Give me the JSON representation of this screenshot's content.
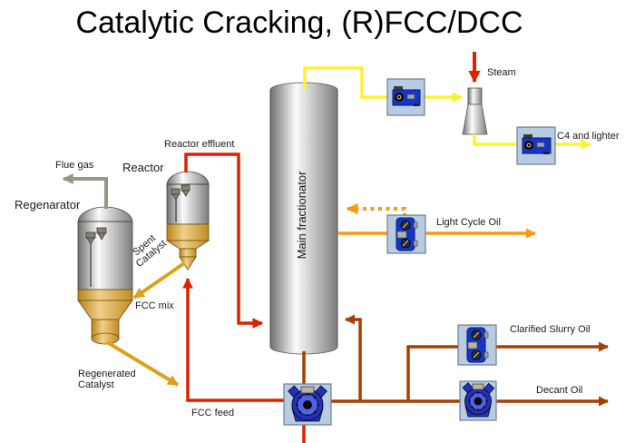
{
  "title": "Catalytic Cracking, (R)FCC/DCC",
  "labels": {
    "flue_gas": "Flue gas",
    "regenerator": "Regenarator",
    "reactor": "Reactor",
    "reactor_effluent": "Reactor effluent",
    "spent_catalyst": "Spent Catalyst",
    "fcc_mix": "FCC mix",
    "regenerated_catalyst": "Regenerated Catalyst",
    "fcc_feed": "FCC feed",
    "main_fractionator": "Main fractionator",
    "steam": "Steam",
    "c4_and_lighter": "C4 and lighter",
    "light_cycle_oil": "Light Cycle Oil",
    "clarified_slurry_oil": "Clarified Slurry Oil",
    "decant_oil": "Decant Oil"
  },
  "equipment": [
    {
      "id": "regenerator-vessel",
      "label": "Regenarator"
    },
    {
      "id": "reactor-vessel",
      "label": "Reactor"
    },
    {
      "id": "main-fractionator-vessel",
      "label": "Main fractionator"
    },
    {
      "id": "wet-gas-compressor",
      "label": ""
    },
    {
      "id": "steam-ejector",
      "label": ""
    },
    {
      "id": "c4-compressor",
      "label": ""
    },
    {
      "id": "light-cycle-oil-exchanger",
      "label": ""
    },
    {
      "id": "slurry-oil-exchanger",
      "label": ""
    },
    {
      "id": "bottoms-pump",
      "label": ""
    },
    {
      "id": "decant-oil-pump",
      "label": ""
    }
  ],
  "colors": {
    "vapor_yellow": "#FFF133",
    "effluent_red": "#DD2200",
    "light_cycle_oil_orange": "#F79A18",
    "slurry_brown": "#A64000",
    "catalyst_gold": "#D9A21B",
    "flue_gas_gray": "#999589",
    "equipment_box_blue": "#B7CBE3",
    "equipment_dark_blue": "#1535C8",
    "catalyst_tan": "#E9BE6B"
  }
}
